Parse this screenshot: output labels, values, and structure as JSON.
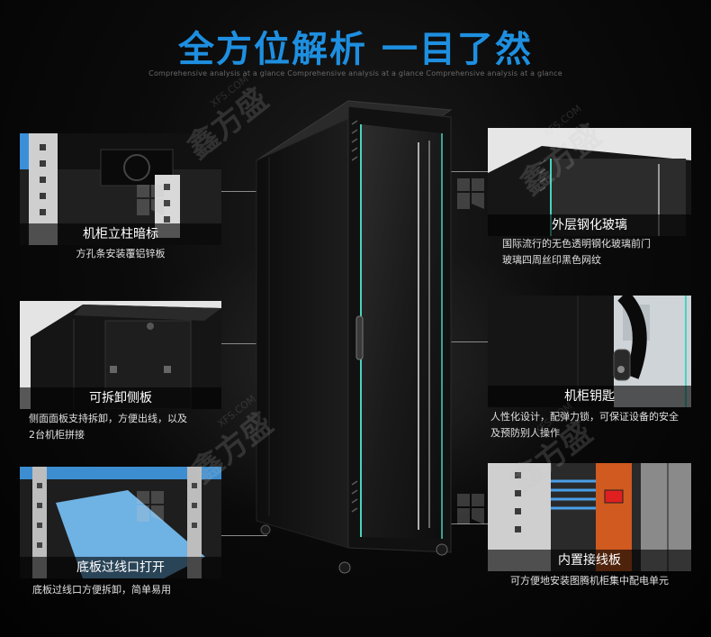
{
  "header": {
    "title": "全方位解析 一目了然",
    "subtitle": "Comprehensive analysis at a glance Comprehensive analysis at a glance Comprehensive analysis at a glance"
  },
  "features": {
    "column": {
      "title": "机柜立柱暗标",
      "desc_lines": [
        "方孔条安装覆铝锌板"
      ]
    },
    "side_panel": {
      "title": "可拆卸侧板",
      "desc_lines": [
        "侧面面板支持拆卸，方便出线，以及",
        "2台机柜拼接"
      ]
    },
    "bottom": {
      "title": "底板过线口打开",
      "desc_lines": [
        "底板过线口方便拆卸，简单易用"
      ]
    },
    "glass": {
      "title": "外层钢化玻璃",
      "desc_lines": [
        "国际流行的无色透明钢化玻璃前门",
        "玻璃四周丝印黑色网纹"
      ]
    },
    "key": {
      "title": "机柜钥匙",
      "desc_lines": [
        "人性化设计，配弹力锁，可保证设备的安全",
        "及预防别人操作"
      ]
    },
    "wiring": {
      "title": "内置接线板",
      "desc_lines": [
        "可方便地安装图腾机柜集中配电单元"
      ]
    }
  },
  "watermark": {
    "text": "鑫方盛",
    "domain": "XFS.COM"
  },
  "colors": {
    "title_blue": "#1e8fe0",
    "background": "#050505",
    "label_bar": "rgba(0,0,0,0.62)",
    "glass_edge": "#48d4c0"
  }
}
